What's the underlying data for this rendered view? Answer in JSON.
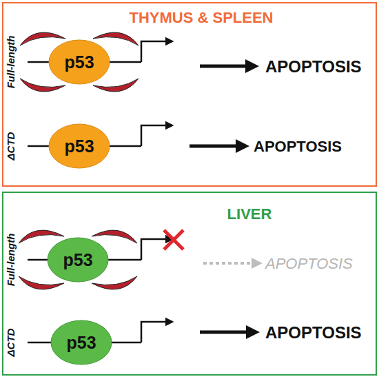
{
  "diagram": {
    "nodes": [
      {
        "text": [
          "THYMUS & SPLEEN"
        ]
      },
      {
        "text": [
          "p53"
        ],
        "in": 0
      },
      {
        "text": [
          "p53"
        ],
        "in": 0
      },
      {
        "text": [
          "LIVER"
        ]
      },
      {
        "text": [
          "p53"
        ],
        "in": 3
      },
      {
        "text": [
          "p53"
        ],
        "in": 3
      }
    ],
    "labels": [
      "Full-length",
      "APOPTOSIS",
      "ΔCTD",
      "APOPTOSIS",
      "Full-length",
      "APOPTOSIS",
      "ΔCTD",
      "APOPTOSIS"
    ]
  }
}
